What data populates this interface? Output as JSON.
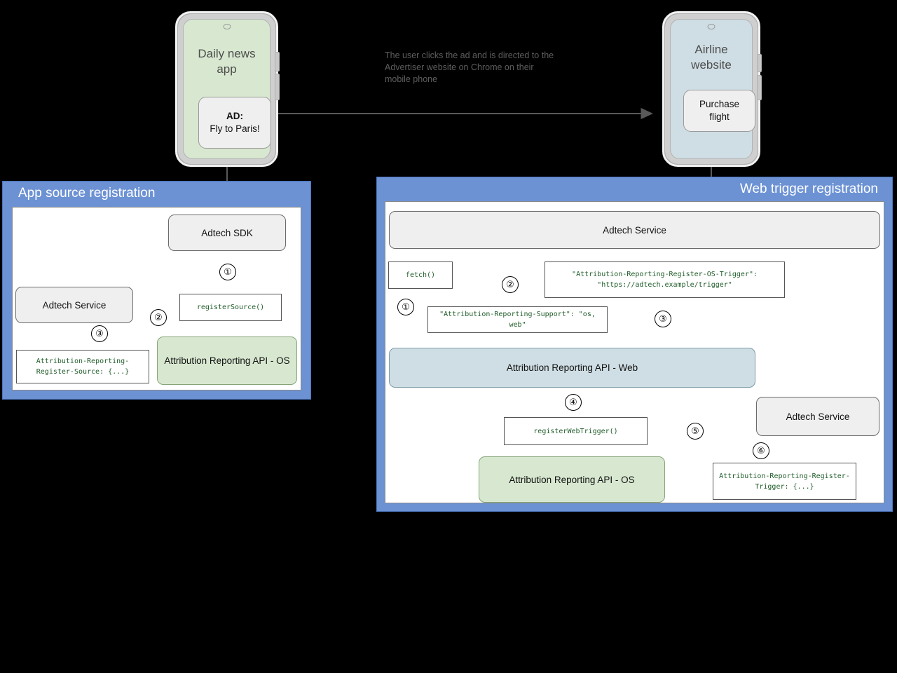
{
  "annotation": {
    "click_note": "The user clicks the ad and is directed to the Advertiser website on Chrome on their mobile phone"
  },
  "phones": {
    "left": {
      "title": "Daily news app",
      "card_line1": "AD:",
      "card_line2": "Fly to Paris!"
    },
    "right": {
      "title": "Airline website",
      "card_line1": "Purchase",
      "card_line2": "flight"
    }
  },
  "left_panel": {
    "title": "App source registration",
    "nodes": {
      "adtech_sdk": "Adtech SDK",
      "adtech_service": "Adtech Service",
      "api_os": "Attribution Reporting API - OS"
    },
    "code": {
      "register_source": "registerSource()",
      "register_source_header": "Attribution-Reporting-Register-Source: {...}"
    },
    "steps": [
      "①",
      "②",
      "③"
    ]
  },
  "right_panel": {
    "title": "Web trigger registration",
    "nodes": {
      "adtech_service_top": "Adtech Service",
      "api_web": "Attribution Reporting API - Web",
      "api_os": "Attribution Reporting API - OS",
      "adtech_service_bottom": "Adtech Service"
    },
    "code": {
      "fetch": "fetch()",
      "os_trigger_header": "\"Attribution-Reporting-Register-OS-Trigger\": \"https://adtech.example/trigger\"",
      "support_header": "\"Attribution-Reporting-Support\": \"os, web\"",
      "register_web_trigger": "registerWebTrigger()",
      "register_trigger_header": "Attribution-Reporting-Register-Trigger: {...}"
    },
    "steps": [
      "①",
      "②",
      "③",
      "④",
      "⑤",
      "⑥"
    ]
  },
  "colors": {
    "panel_blue": "#6c92d4",
    "node_green": "#d8e8d0",
    "node_blue": "#cfdee4",
    "node_grey": "#efefef",
    "code_text": "#1f5c29",
    "arrow": "#595959"
  }
}
